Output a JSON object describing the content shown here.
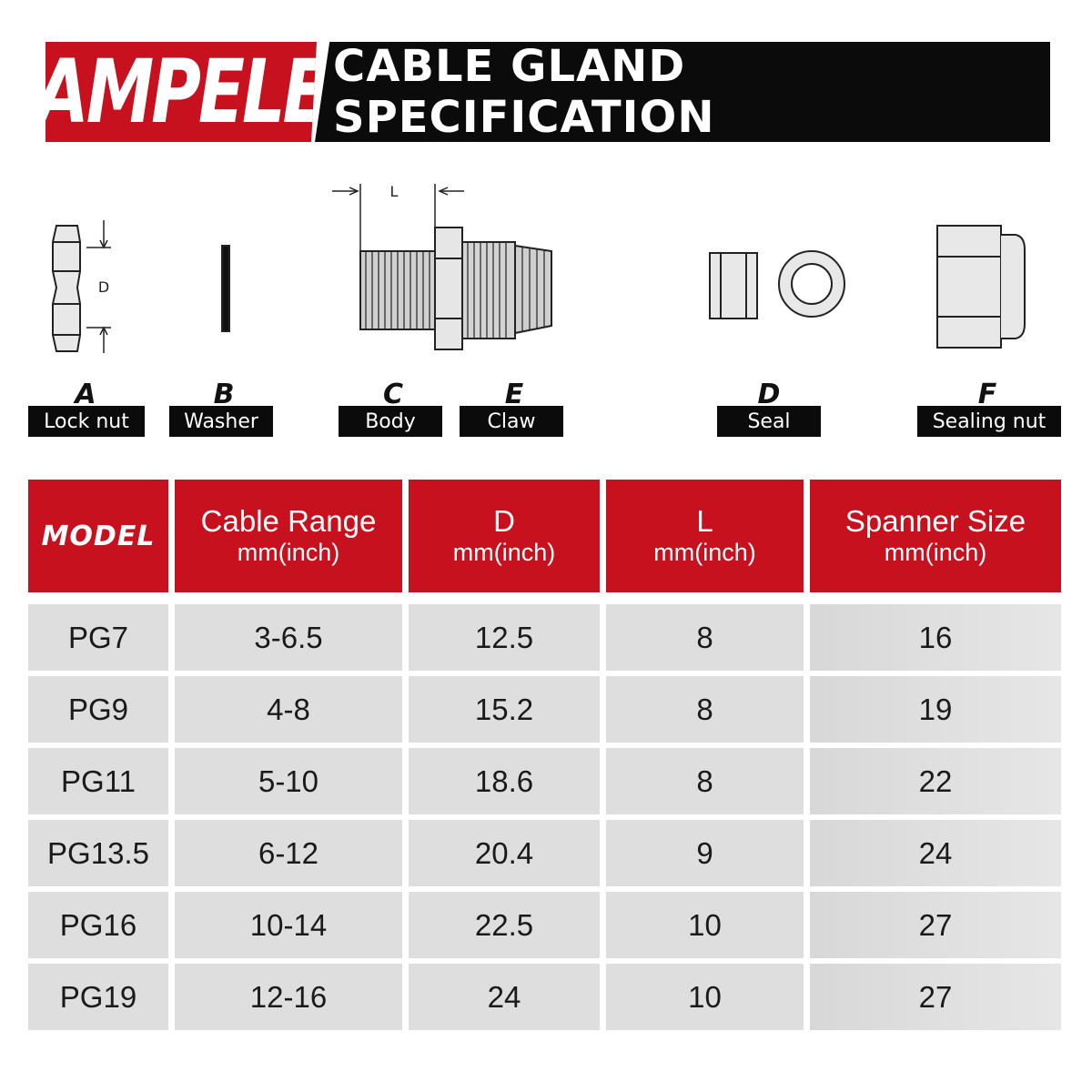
{
  "brand": {
    "name": "AMPELE",
    "color": "#c8111e"
  },
  "title": "CABLE GLAND SPECIFICATION",
  "diagram": {
    "dimension_l": "L",
    "dimension_d": "D",
    "parts": [
      {
        "letter": "A",
        "name": "Lock nut"
      },
      {
        "letter": "B",
        "name": "Washer"
      },
      {
        "letter": "C",
        "name": "Body"
      },
      {
        "letter": "E",
        "name": "Claw"
      },
      {
        "letter": "D",
        "name": "Seal"
      },
      {
        "letter": "F",
        "name": "Sealing nut"
      }
    ]
  },
  "table": {
    "headers": [
      {
        "main": "MODEL",
        "sub": ""
      },
      {
        "main": "Cable Range",
        "sub": "mm(inch)"
      },
      {
        "main": "D",
        "sub": "mm(inch)"
      },
      {
        "main": "L",
        "sub": "mm(inch)"
      },
      {
        "main": "Spanner Size",
        "sub": "mm(inch)"
      }
    ],
    "rows": [
      [
        "PG7",
        "3-6.5",
        "12.5",
        "8",
        "16"
      ],
      [
        "PG9",
        "4-8",
        "15.2",
        "8",
        "19"
      ],
      [
        "PG11",
        "5-10",
        "18.6",
        "8",
        "22"
      ],
      [
        "PG13.5",
        "6-12",
        "20.4",
        "9",
        "24"
      ],
      [
        "PG16",
        "10-14",
        "22.5",
        "10",
        "27"
      ],
      [
        "PG19",
        "12-16",
        "24",
        "10",
        "27"
      ]
    ]
  }
}
